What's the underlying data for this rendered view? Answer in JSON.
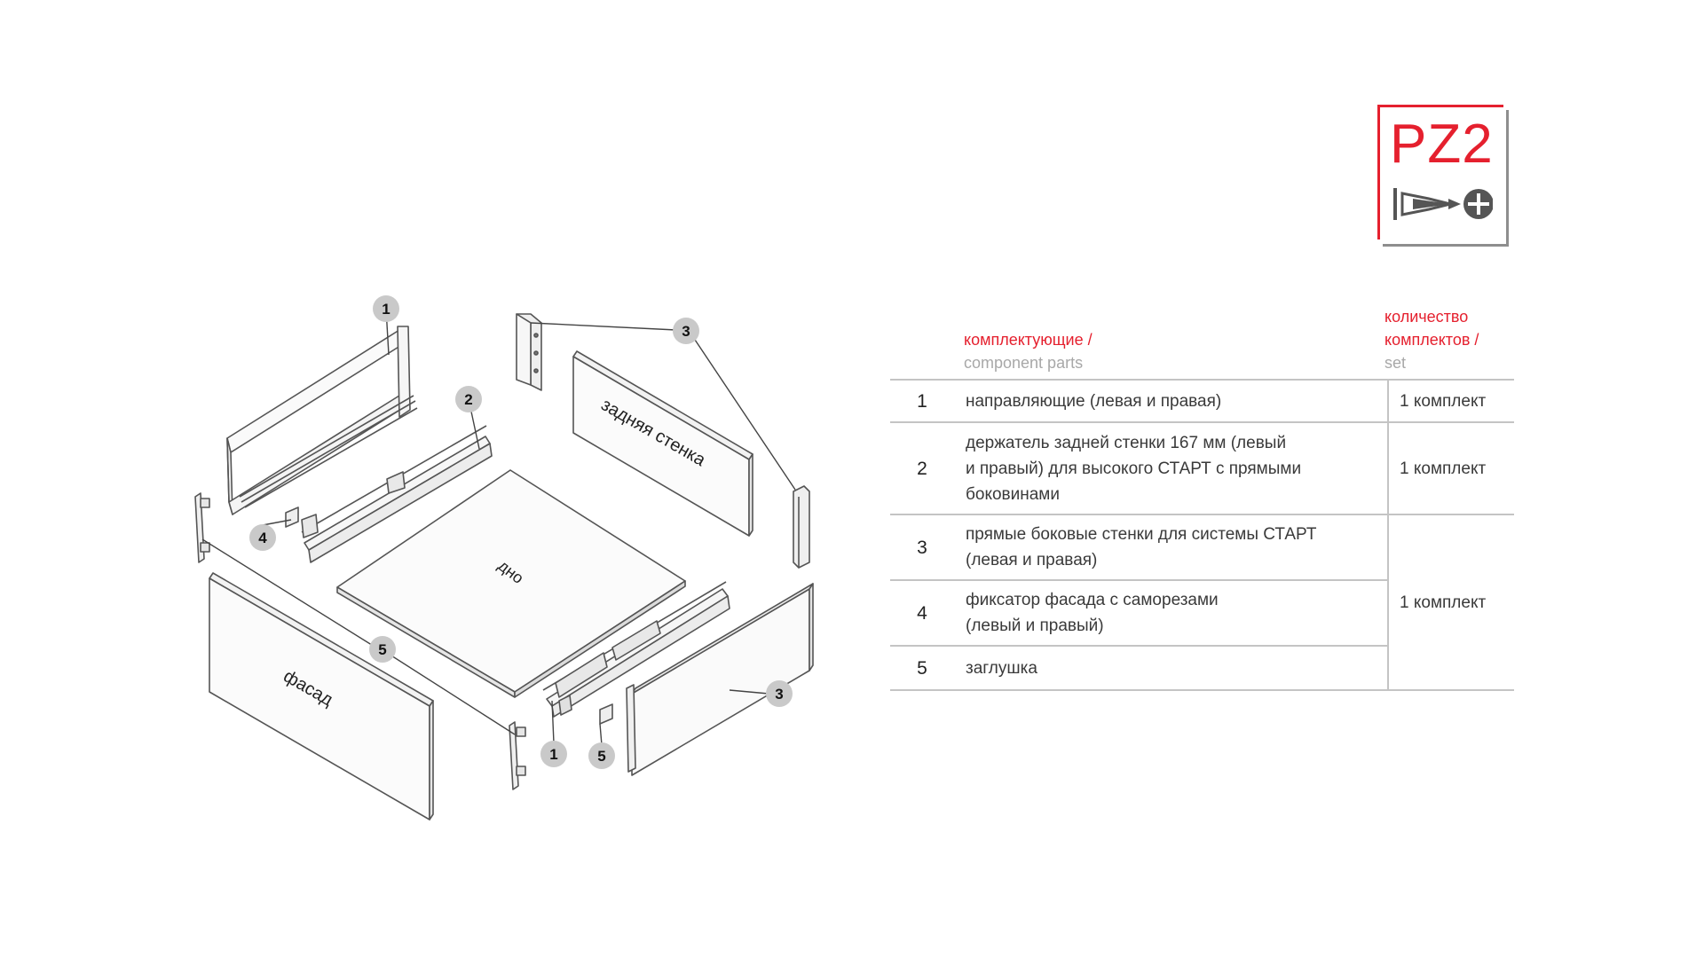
{
  "badge": {
    "text": "PZ2"
  },
  "diagram": {
    "labels": {
      "back_wall": "задняя стенка",
      "bottom": "дно",
      "front": "фасад"
    },
    "callouts": [
      "1",
      "2",
      "3",
      "4",
      "5",
      "1",
      "3",
      "5"
    ]
  },
  "table": {
    "header_parts_ru": "комплектующие /",
    "header_parts_en": "component parts",
    "header_set_ru_1": "количество",
    "header_set_ru_2": "комплектов /",
    "header_set_en": "set",
    "rows": [
      {
        "num": "1",
        "line1": "направляющие (левая и правая)",
        "line2": "",
        "line3": "",
        "qty": "1 комплект"
      },
      {
        "num": "2",
        "line1": "держатель задней стенки 167 мм (левый",
        "line2": "и правый) для высокого СТАРТ с прямыми",
        "line3": "боковинами",
        "qty": "1 комплект"
      },
      {
        "num": "3",
        "line1": "прямые боковые стенки для системы СТАРТ",
        "line2": "(левая и правая)",
        "line3": "",
        "qty": "1 комплект"
      },
      {
        "num": "4",
        "line1": "фиксатор фасада с саморезами",
        "line2": "(левый и правый)",
        "line3": ""
      },
      {
        "num": "5",
        "line1": "заглушка",
        "line2": "",
        "line3": ""
      }
    ]
  },
  "colors": {
    "accent": "#e5202e",
    "muted": "#a8a8a8",
    "line": "#c4c4c4",
    "callout": "#c9c9c9"
  }
}
